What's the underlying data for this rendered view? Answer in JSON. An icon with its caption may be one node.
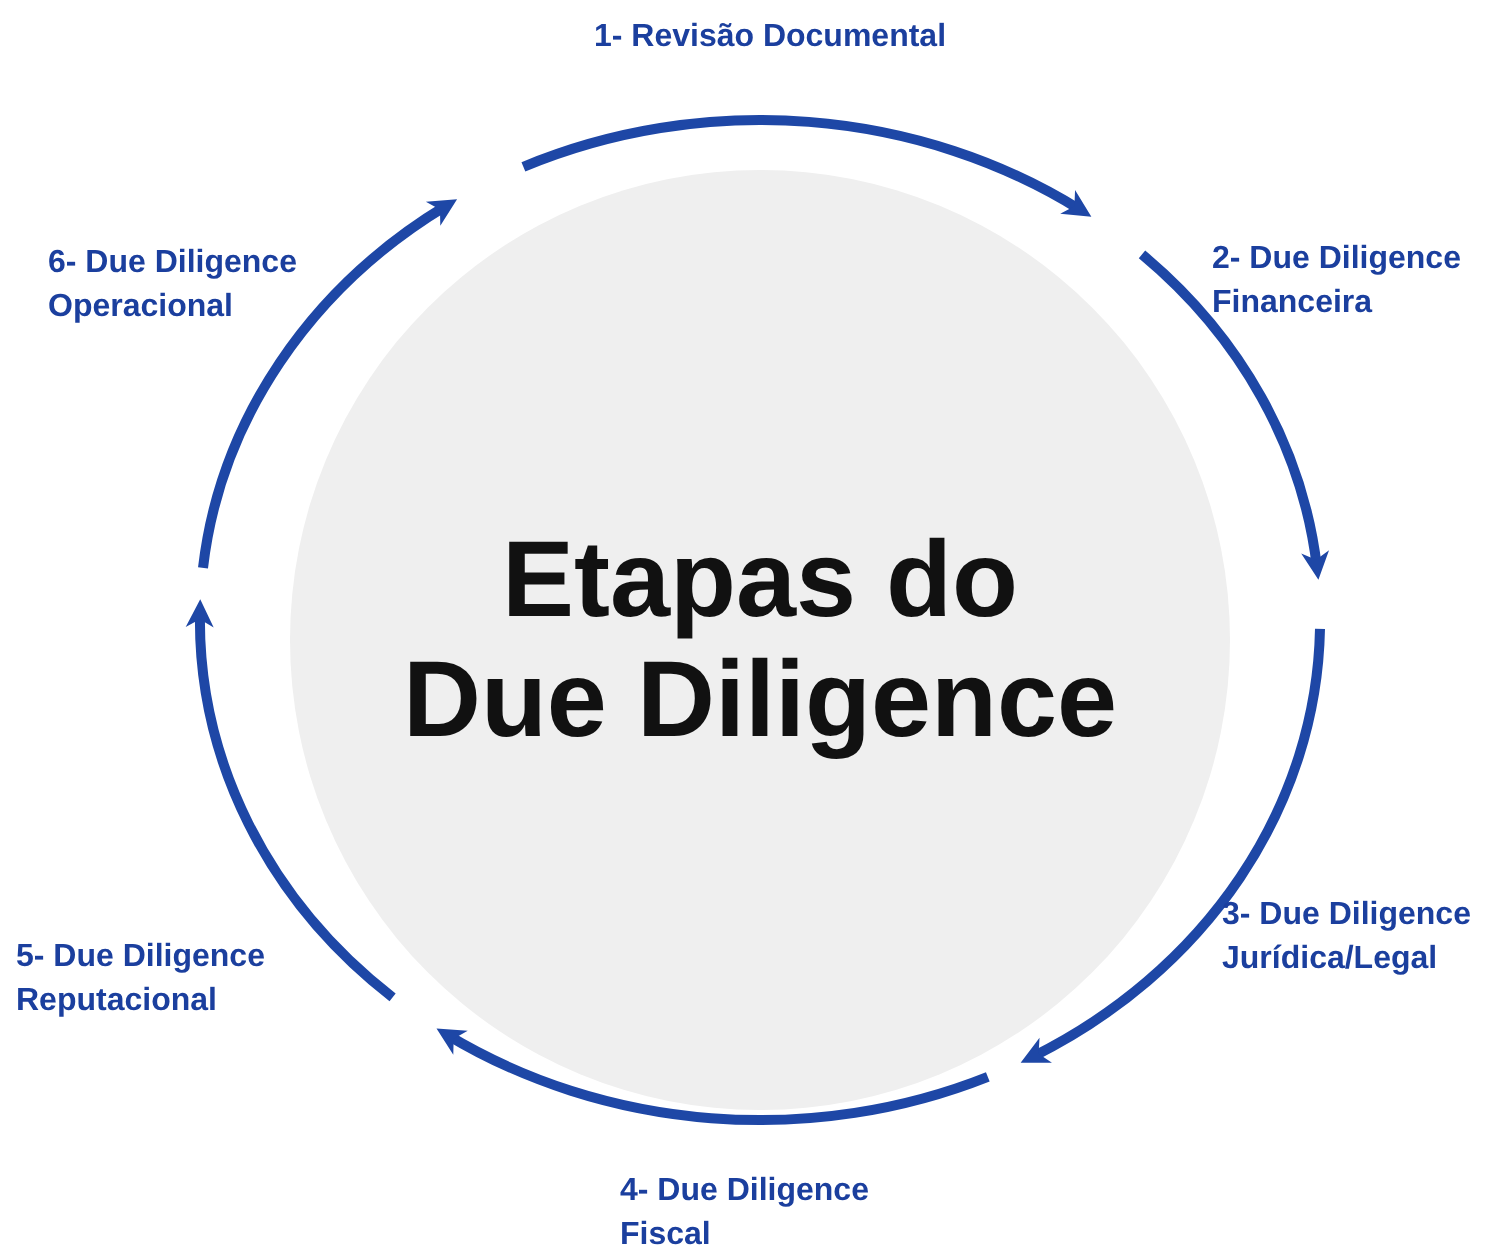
{
  "diagram": {
    "nodes": [
      {
        "text": [
          "Etapas do Due Diligence"
        ]
      },
      {
        "text": [
          "1- Revisão Documental"
        ]
      },
      {
        "text": [
          "2- Due Diligence Financeira"
        ]
      },
      {
        "text": [
          "3- Due Diligence Jurídica/Legal"
        ]
      },
      {
        "text": [
          "4- Due Diligence Fiscal"
        ]
      },
      {
        "text": [
          "5- Due Diligence Reputacional"
        ]
      },
      {
        "text": [
          "6- Due Diligence Operacional"
        ]
      }
    ]
  }
}
